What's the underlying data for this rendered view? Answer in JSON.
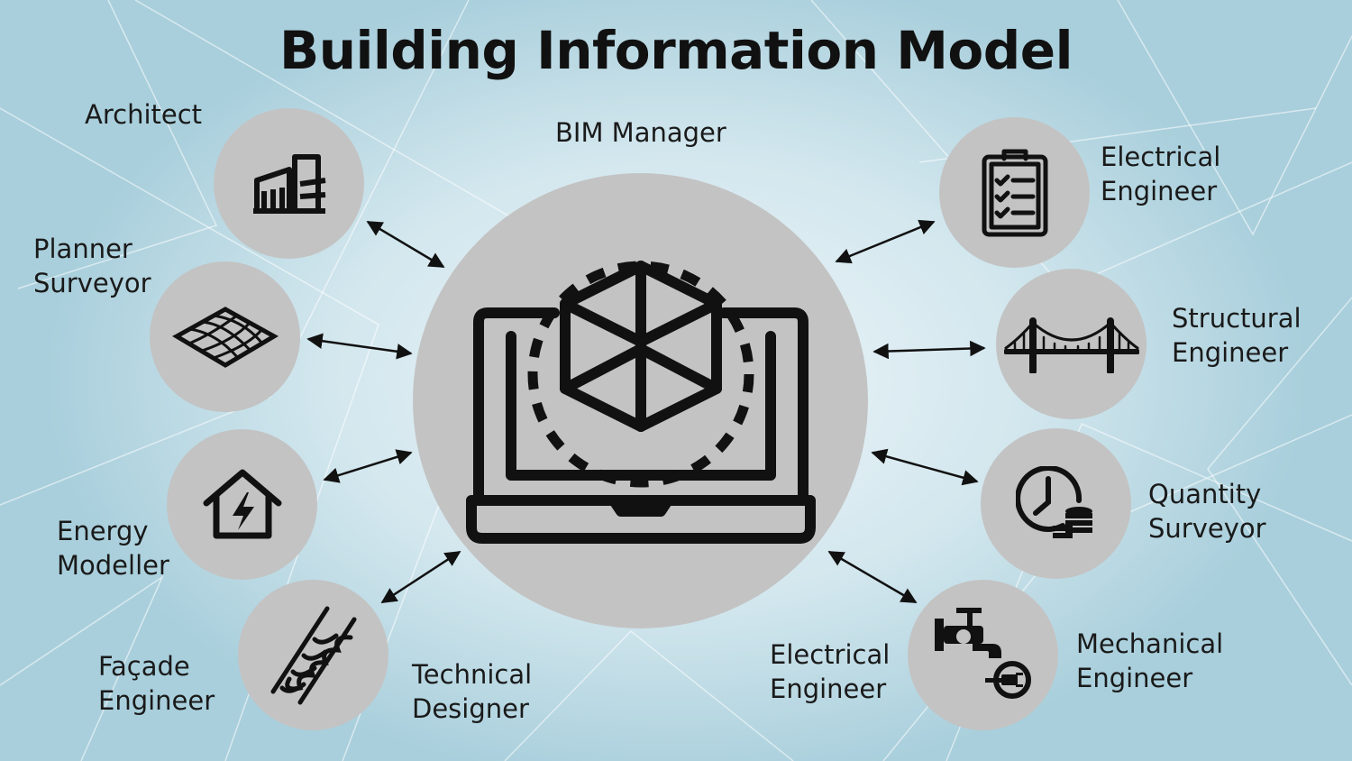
{
  "title": "Building Information Model",
  "center": {
    "label": "BIM Manager",
    "icon": "laptop-cube-icon"
  },
  "roles": {
    "architect": {
      "lines": [
        "Architect"
      ],
      "icon": "building-icon"
    },
    "planner": {
      "lines": [
        "Planner",
        "Surveyor"
      ],
      "icon": "terrain-grid-icon"
    },
    "energy": {
      "lines": [
        "Energy",
        "Modeller"
      ],
      "icon": "house-lightning-icon"
    },
    "facade": {
      "lines": [
        "Façade",
        "Engineer"
      ],
      "icon": "insulation-coil-icon"
    },
    "technical": {
      "lines": [
        "Technical",
        "Designer"
      ]
    },
    "electrical_top": {
      "lines": [
        "Electrical",
        "Engineer"
      ],
      "icon": "clipboard-checklist-icon"
    },
    "structural": {
      "lines": [
        "Structural",
        "Engineer"
      ],
      "icon": "bridge-icon"
    },
    "quantity": {
      "lines": [
        "Quantity",
        "Surveyor"
      ],
      "icon": "clock-coins-icon"
    },
    "electrical_bottom": {
      "lines": [
        "Electrical",
        "Engineer"
      ]
    },
    "mechanical": {
      "lines": [
        "Mechanical",
        "Engineer"
      ],
      "icon": "faucet-plug-icon"
    }
  },
  "colors": {
    "circle": "#c3c3c3",
    "stroke": "#111111",
    "background": "#c6e0e9"
  }
}
